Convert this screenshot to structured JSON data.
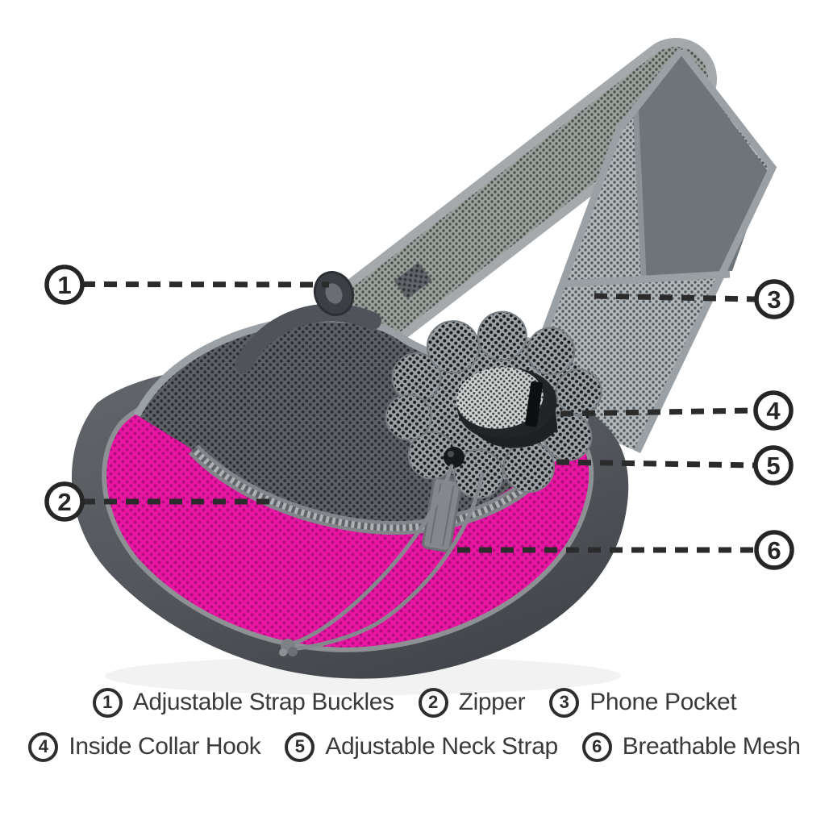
{
  "features": [
    {
      "number": "1",
      "label": "Adjustable Strap Buckles"
    },
    {
      "number": "2",
      "label": "Zipper"
    },
    {
      "number": "3",
      "label": "Phone Pocket"
    },
    {
      "number": "4",
      "label": "Inside Collar Hook"
    },
    {
      "number": "5",
      "label": "Adjustable Neck Strap"
    },
    {
      "number": "6",
      "label": "Breathable Mesh"
    }
  ],
  "colors": {
    "background": "#ffffff",
    "mesh_pink": "#e816a2",
    "mesh_pink_dot": "#b00d7d",
    "shell_gray": "#54585d",
    "strap_panel_gray": "#6e7478",
    "binding_gray": "#9ba0a4",
    "callout_ink": "#2b2b2b",
    "legend_text": "#3a3a3a"
  }
}
